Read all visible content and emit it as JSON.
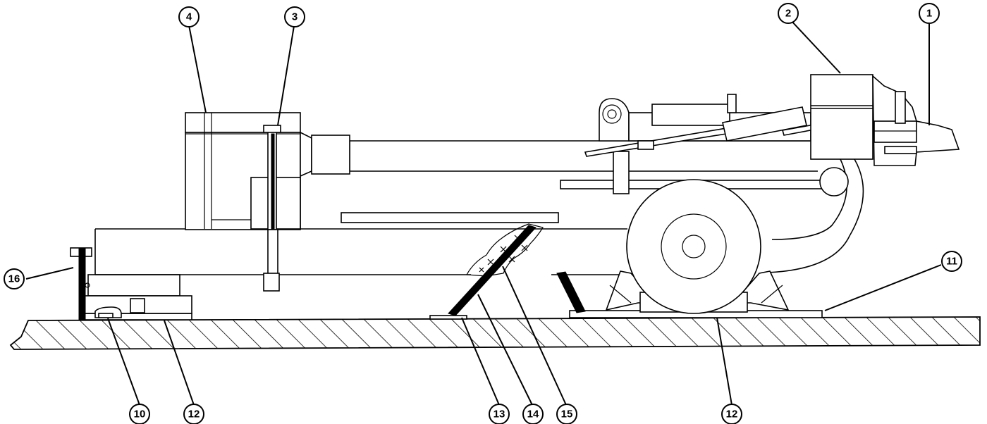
{
  "callouts": [
    {
      "id": "c1",
      "label": "1"
    },
    {
      "id": "c2",
      "label": "2"
    },
    {
      "id": "c3",
      "label": "3"
    },
    {
      "id": "c4",
      "label": "4"
    },
    {
      "id": "c10",
      "label": "10"
    },
    {
      "id": "c11",
      "label": "11"
    },
    {
      "id": "c12a",
      "label": "12"
    },
    {
      "id": "c12b",
      "label": "12"
    },
    {
      "id": "c13",
      "label": "13"
    },
    {
      "id": "c14",
      "label": "14"
    },
    {
      "id": "c15",
      "label": "15"
    },
    {
      "id": "c16",
      "label": "16"
    }
  ]
}
